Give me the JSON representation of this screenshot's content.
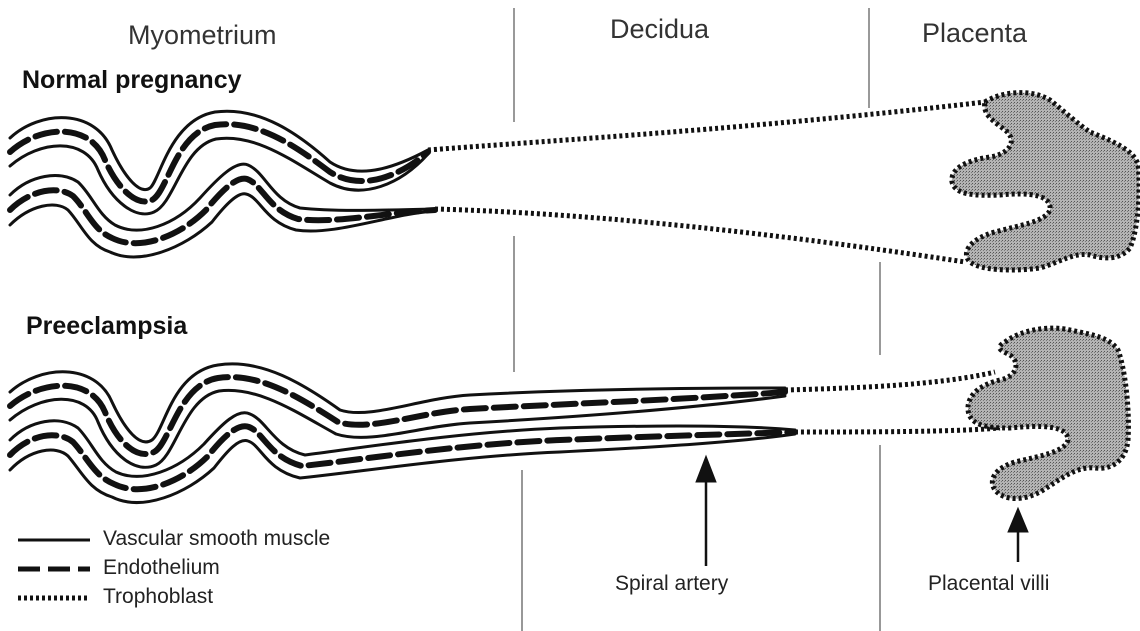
{
  "regions": {
    "myometrium": "Myometrium",
    "decidua": "Decidua",
    "placenta": "Placenta"
  },
  "sections": {
    "normal": "Normal pregnancy",
    "preeclampsia": "Preeclampsia"
  },
  "legend": {
    "smooth_muscle": "Vascular smooth muscle",
    "endothelium": "Endothelium",
    "trophoblast": "Trophoblast"
  },
  "annotations": {
    "spiral_artery": "Spiral artery",
    "placental_villi": "Placental villi"
  },
  "colors": {
    "line": "#111111",
    "villi_fill": "#9a9a9a",
    "divider": "#777777"
  }
}
